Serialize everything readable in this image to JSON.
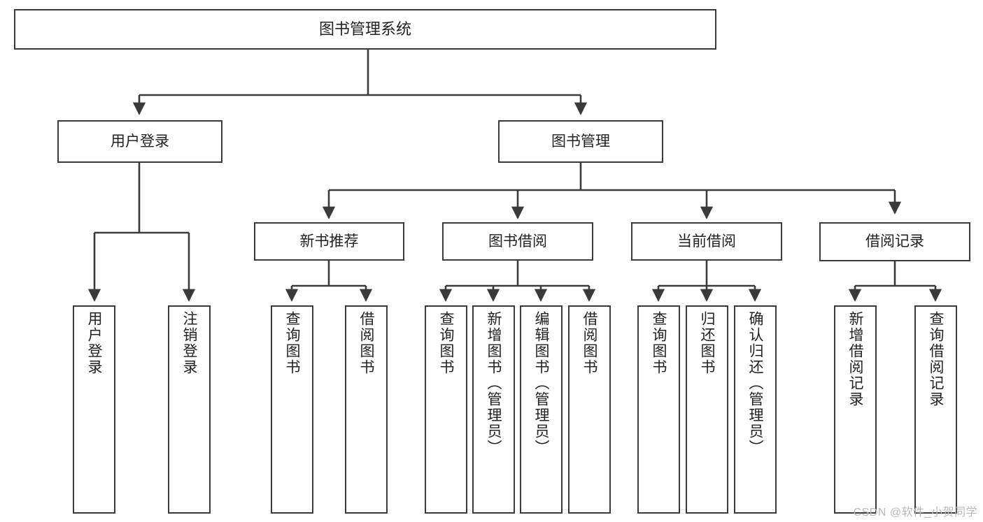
{
  "diagram": {
    "title": "图书管理系统",
    "type": "tree-hierarchy-diagram",
    "colors": {
      "stroke": "#3a3a3a",
      "fill": "#ffffff",
      "text": "#222222",
      "watermark": "#b9b9b9"
    },
    "root": {
      "label": "图书管理系统"
    },
    "level1": [
      {
        "label": "用户登录"
      },
      {
        "label": "图书管理"
      }
    ],
    "level2": [
      {
        "label": "新书推荐"
      },
      {
        "label": "图书借阅"
      },
      {
        "label": "当前借阅"
      },
      {
        "label": "借阅记录"
      }
    ],
    "leaves": {
      "user_login": [
        {
          "label": "用户登录"
        },
        {
          "label": "注销登录"
        }
      ],
      "new_book_recommend": [
        {
          "label": "查询图书"
        },
        {
          "label": "借阅图书"
        }
      ],
      "book_borrow": [
        {
          "label": "查询图书"
        },
        {
          "label": "新增图书（管理员）"
        },
        {
          "label": "编辑图书（管理员）"
        },
        {
          "label": "借阅图书"
        }
      ],
      "current_borrow": [
        {
          "label": "查询图书"
        },
        {
          "label": "归还图书"
        },
        {
          "label": "确认归还（管理员）"
        }
      ],
      "borrow_record": [
        {
          "label": "新增借阅记录"
        },
        {
          "label": "查询借阅记录"
        }
      ]
    },
    "watermark": "CSDN @软件_小贺同学"
  }
}
